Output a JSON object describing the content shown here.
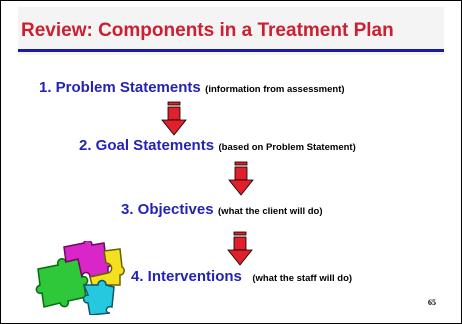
{
  "slide": {
    "title": "Review:  Components in a Treatment Plan",
    "page_number": "65",
    "steps": [
      {
        "label": "1. Problem Statements",
        "note": "(information from assessment)"
      },
      {
        "label": "2.  Goal Statements",
        "note": "(based on Problem Statement)"
      },
      {
        "label": "3. Objectives",
        "note": "(what the client will do)"
      },
      {
        "label": "4. Interventions",
        "note": "(what the staff will do)"
      }
    ],
    "icons": {
      "arrow": "down-arrow-icon",
      "decoration": "puzzle-pieces-icon"
    },
    "colors": {
      "title": "#cc2030",
      "step_text": "#2424b4",
      "arrow": "#e0202a",
      "rule": "#1a1aa8"
    }
  }
}
